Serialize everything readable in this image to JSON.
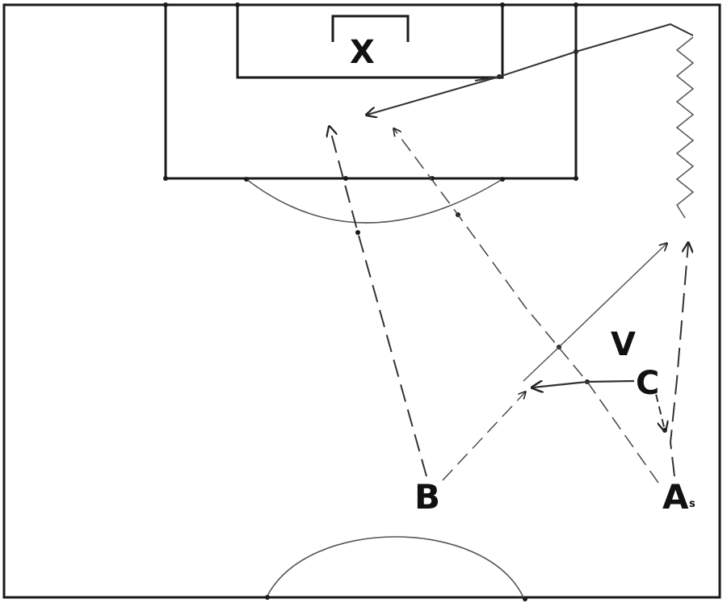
{
  "labels": {
    "x": "X",
    "v": "V",
    "c": "C",
    "b": "B",
    "a": "A",
    "a_subscript": "s"
  },
  "colors": {
    "line": "#1a1a1a",
    "dash": "#333333",
    "background": "#ffffff"
  }
}
